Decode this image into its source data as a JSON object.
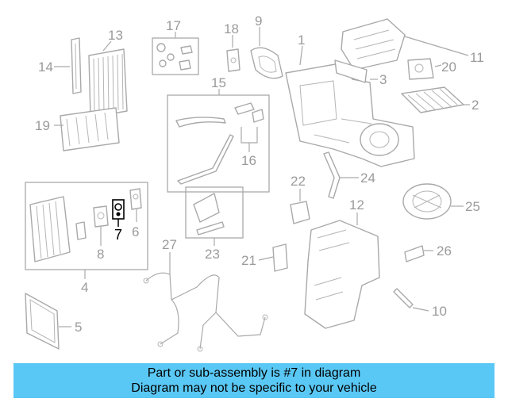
{
  "diagram": {
    "callouts": [
      "1",
      "2",
      "3",
      "4",
      "5",
      "6",
      "7",
      "8",
      "9",
      "10",
      "11",
      "12",
      "13",
      "14",
      "15",
      "16",
      "17",
      "18",
      "19",
      "20",
      "21",
      "22",
      "23",
      "24",
      "25",
      "26",
      "27"
    ],
    "highlighted_part": "7",
    "colors": {
      "line": "#a9a9a9",
      "highlight": "#000000",
      "banner": "#5ac8f5"
    }
  },
  "banner": {
    "line1": "Part or sub-assembly is #7 in diagram",
    "line2": "Diagram may not be specific to your vehicle"
  }
}
